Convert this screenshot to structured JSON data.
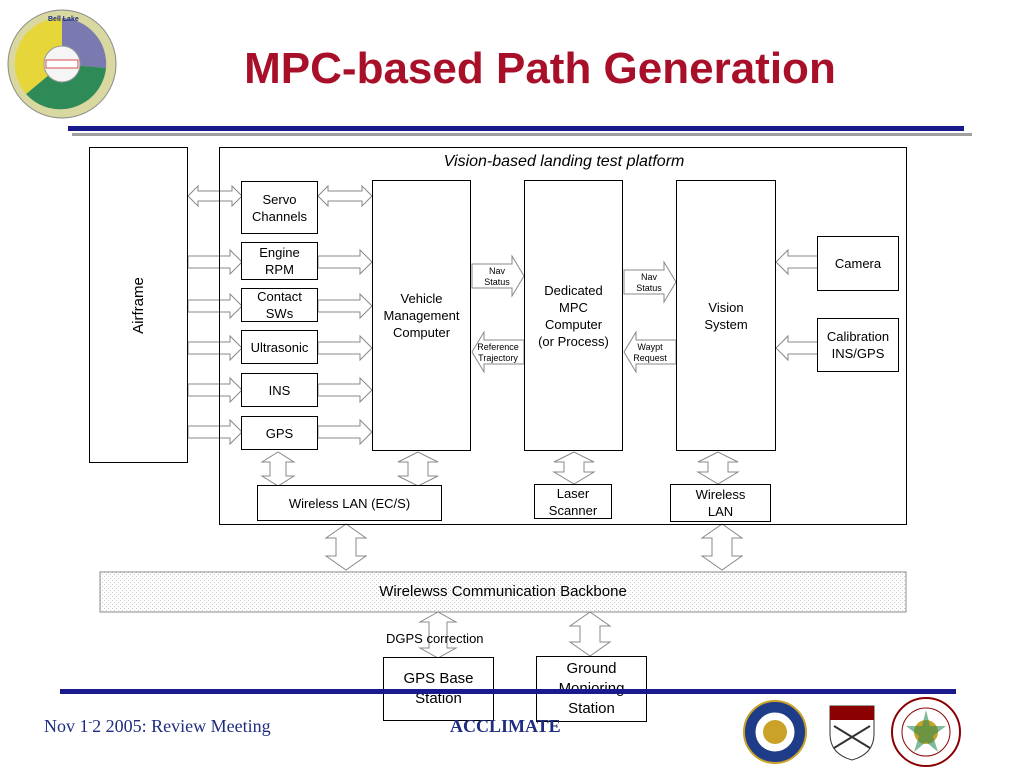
{
  "slide": {
    "title": "MPC-based Path Generation",
    "logo_left_text": "Bell Lake",
    "footer_date_main": "Nov 1",
    "footer_date_sup": "-",
    "footer_date_tail": "2 2005:  Review Meeting",
    "footer_project": "ACCLIMATE"
  },
  "diagram": {
    "platform_label": "Vision-based landing test platform",
    "airframe": "Airframe",
    "sensors": [
      "Servo\nChannels",
      "Engine\nRPM",
      "Contact\nSWs",
      "Ultrasonic",
      "INS",
      "GPS"
    ],
    "vmc": "Vehicle\nManagement\nComputer",
    "mpc": "Dedicated\nMPC\nComputer\n(or Process)",
    "vision": "Vision\nSystem",
    "camera": "Camera",
    "calibration": "Calibration\nINS/GPS",
    "nav_status_1": "Nav\nStatus",
    "reference_trajectory": "Reference\nTrajectory",
    "nav_status_2": "Nav\nStatus",
    "waypt_request": "Waypt\nRequest",
    "wlan_ecs": "Wireless LAN (EC/S)",
    "laser_scanner": "Laser\nScanner",
    "wireless_lan": "Wireless\nLAN",
    "backbone": "Wirelewss Communication Backbone",
    "dgps_correction": "DGPS correction",
    "gps_base": "GPS Base\nStation",
    "ground_station": "Ground\nMonioring\nStation"
  },
  "colors": {
    "title": "#a8102a",
    "rule_blue": "#1a1a8c",
    "footer_text": "#1f2d80"
  }
}
